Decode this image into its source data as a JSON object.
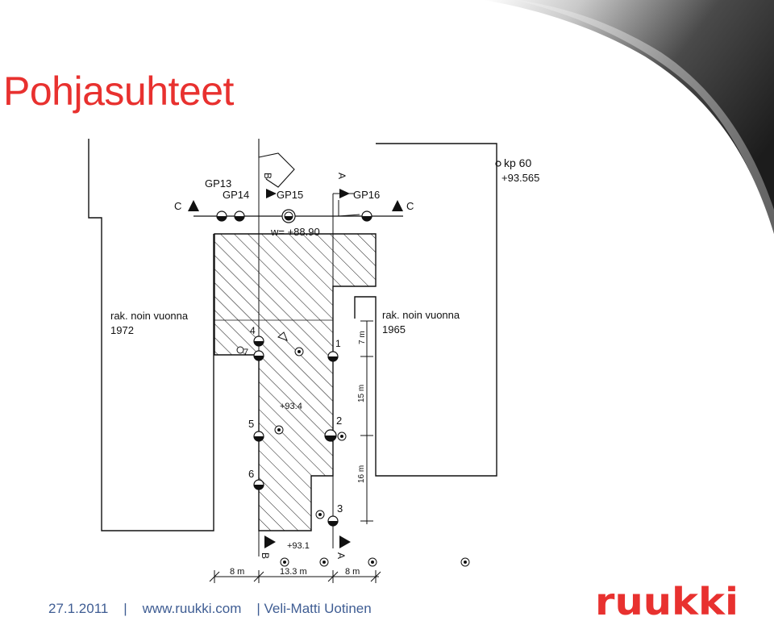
{
  "slide": {
    "title": "Pohjasuhteet",
    "accent_color": "#e8312f"
  },
  "plan": {
    "left_building": {
      "line1": "rak. noin vuonna",
      "line2": "1972"
    },
    "right_building": {
      "line1": "rak. noin vuonna",
      "line2": "1965"
    },
    "kp_label": "kp 60",
    "kp_level": "+93.565",
    "water_level": "w= +88.90",
    "gp13": "GP13",
    "gp14": "GP14",
    "gp15": "GP15",
    "gp16": "GP16",
    "section_c_left": "C",
    "section_c_right": "C",
    "section_b_top": "B",
    "section_a_top": "A",
    "section_b_bottom": "B",
    "section_a_bottom": "A",
    "pt1": "1",
    "pt2": "2",
    "pt3": "3",
    "pt4": "4",
    "pt5": "5",
    "pt6": "6",
    "pt7": "7",
    "level_mid": "+93.4",
    "level_bottom": "+93.1",
    "dim_bottom": [
      "8 m",
      "13.3 m",
      "8 m"
    ],
    "dim_right": [
      "7 m",
      "15 m",
      "16 m"
    ]
  },
  "footer": {
    "date": "27.1.2011",
    "separator": "|",
    "website": "www.ruukki.com",
    "author": "| Veli-Matti Uotinen",
    "brand_color": "#3f5d93"
  },
  "logo": {
    "text": "ruukki",
    "color": "#e8312f"
  }
}
